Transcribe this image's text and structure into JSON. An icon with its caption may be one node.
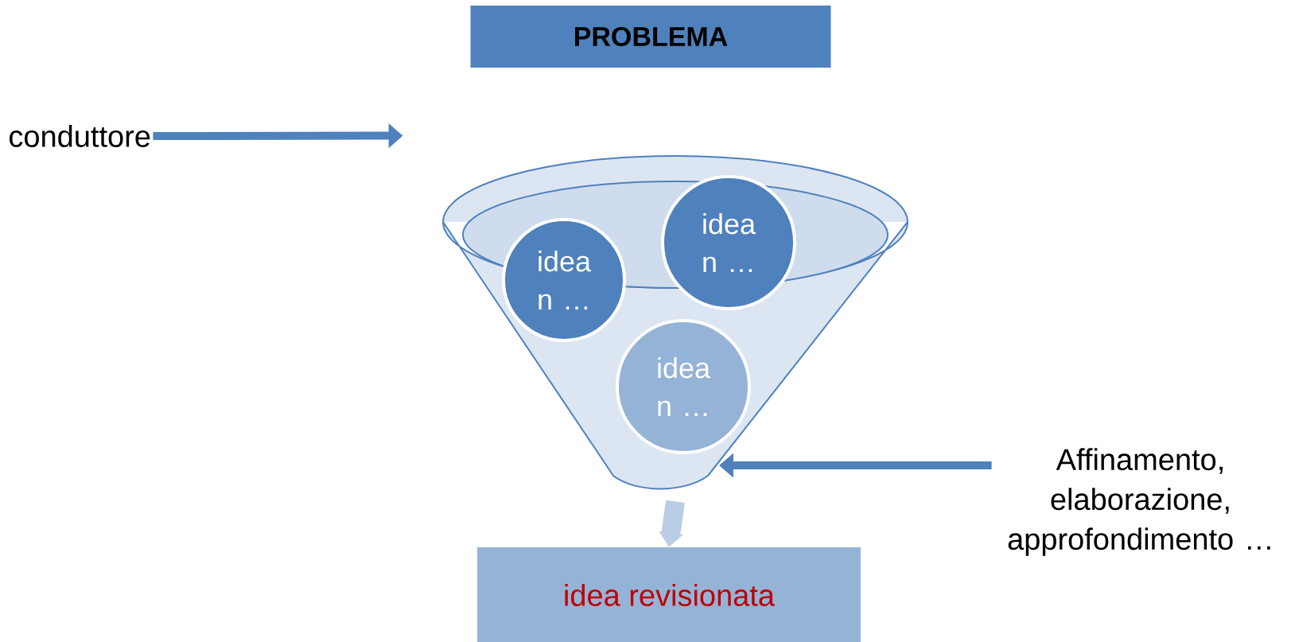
{
  "diagram": {
    "nodes": [
      {
        "text": [
          "PROBLEMA"
        ]
      },
      {
        "text": [
          "conduttore"
        ]
      },
      {
        "text": [],
        "shape": "funnel"
      },
      {
        "text": [
          "idea n …"
        ],
        "in": 2
      },
      {
        "text": [
          "idea n …"
        ],
        "in": 2
      },
      {
        "text": [
          "idea n …"
        ],
        "in": 2
      },
      {
        "text": [
          "idea revisionata"
        ]
      },
      {
        "text": [
          "Affinamento, elaborazione, approfondimento …"
        ]
      }
    ],
    "edges": [
      {
        "from": 1,
        "to": 2,
        "arrow": "to"
      },
      {
        "from": 7,
        "to": 2,
        "arrow": "to"
      },
      {
        "from": 2,
        "to": 6,
        "arrow": "to",
        "style": "thick",
        "color": "#b9cde5"
      }
    ]
  }
}
